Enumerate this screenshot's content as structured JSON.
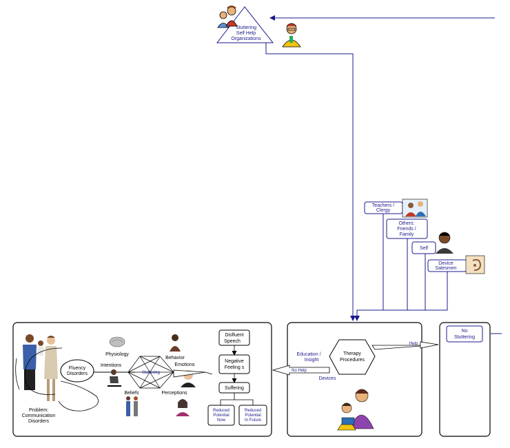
{
  "colors": {
    "line": "#1a1a8c",
    "panel_border": "#000000",
    "box_fill": "#ffffff",
    "accent_skin": "#e8b27a",
    "accent_red": "#c0392b",
    "accent_yellow": "#f1c40f"
  },
  "top": {
    "organization_label": [
      "Stuttering",
      "Self Help",
      "Organizations"
    ]
  },
  "sources": {
    "teachers": [
      "Teachers /",
      "Clergy"
    ],
    "others": [
      "Others:",
      "Friends /",
      "Family"
    ],
    "self": [
      "Self"
    ],
    "device": [
      "Device",
      "Salesmen"
    ]
  },
  "left_panel": {
    "problem_label": [
      "Problem:",
      "Communication",
      "Disorders"
    ],
    "fluency_label": [
      "Fluency",
      "Disorders"
    ],
    "factors": {
      "physiology": "Physiology",
      "behavior": "Behavior",
      "intentions": "Intentions",
      "emotions": "Emotions",
      "beliefs": "Beliefs",
      "perceptions": "Perceptions",
      "center": "Stuttering"
    },
    "outcomes": {
      "disfluent": [
        "Disfluent",
        "Speech"
      ],
      "negative": [
        "Negative",
        "Feeling s"
      ],
      "suffering": [
        "Suffering"
      ],
      "reduced_now": [
        "Reduced",
        "Potential",
        "Now"
      ],
      "reduced_future": [
        "Reduced",
        "Potential",
        "In Future"
      ]
    }
  },
  "middle_panel": {
    "therapy_label": [
      "Therapy",
      "Procedures"
    ],
    "education_label": [
      "Education /",
      "Insight"
    ],
    "devices_label": "Devices",
    "no_help_label": "No Help",
    "help_label": "Help"
  },
  "right_panel": {
    "no_stuttering_label": [
      "No",
      "Stuttering"
    ]
  }
}
